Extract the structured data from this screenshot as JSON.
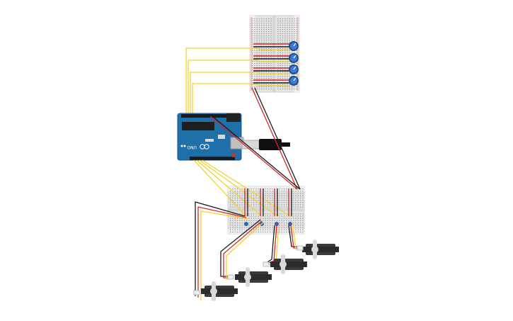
{
  "arduino": {
    "brand_label": "UNO",
    "logo_icon": "infinity-logo-icon",
    "board_color": "#1f6fa8",
    "usb_cable_color": "#111111"
  },
  "potentiometers": {
    "count": 4,
    "knob_color": "#2f67b0"
  },
  "servos": {
    "count": 4,
    "body_color": "#3a3a3a"
  },
  "wire_colors": {
    "signal": "#f2d230",
    "power": "#d4252a",
    "ground": "#1a1a1a"
  },
  "breadboard_color": "#e6e6e6"
}
